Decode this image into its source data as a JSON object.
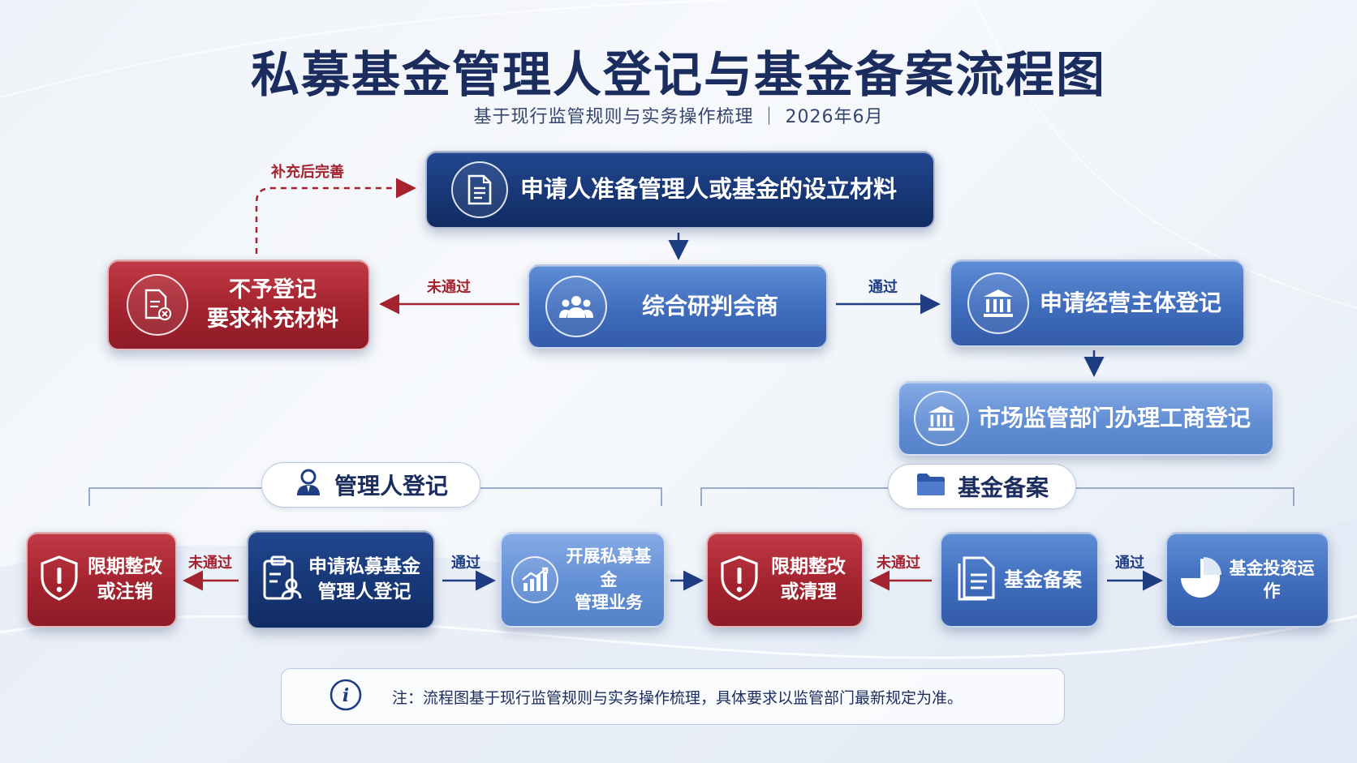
{
  "header": {
    "title": "私募基金管理人登记与基金备案流程图",
    "subtitle": "基于现行监管规则与实务操作梳理 ｜ 2026年6月"
  },
  "colors": {
    "navy": "#173776",
    "blue": "#3f6cbc",
    "red": "#a3232f",
    "title": "#1b2c5e"
  },
  "nodes": {
    "prepare": {
      "text": "申请人准备管理人或基金的设立材料",
      "icon": "document-icon"
    },
    "consult": {
      "text": "综合研判会商",
      "icon": "people-group-icon"
    },
    "reject_line1": "不予登记",
    "reject_line2": "要求补充材料",
    "reject_icon": "rejected-document-icon",
    "entity_reg": {
      "text": "申请经营主体登记",
      "icon": "bank-icon"
    },
    "market_reg": {
      "text": "市场监管部门办理工商登记",
      "icon": "bank-icon"
    },
    "mgr_fix_l1": "限期整改",
    "mgr_fix_l2": "或注销",
    "mgr_apply_l1": "申请私募基金",
    "mgr_apply_l2": "管理人登记",
    "mgr_business_l1": "开展私募基金",
    "mgr_business_l2": "管理业务",
    "fund_fix_l1": "限期整改",
    "fund_fix_l2": "或清理",
    "fund_filing": "基金备案",
    "fund_operate": "基金投资运作"
  },
  "labels": {
    "supplement": "补充后完善",
    "not_passed": "未通过",
    "passed": "通过"
  },
  "sections": {
    "manager": "管理人登记",
    "fund": "基金备案"
  },
  "note": {
    "text": "注：流程图基于现行监管规则与实务操作梳理，具体要求以监管部门最新规定为准。"
  }
}
